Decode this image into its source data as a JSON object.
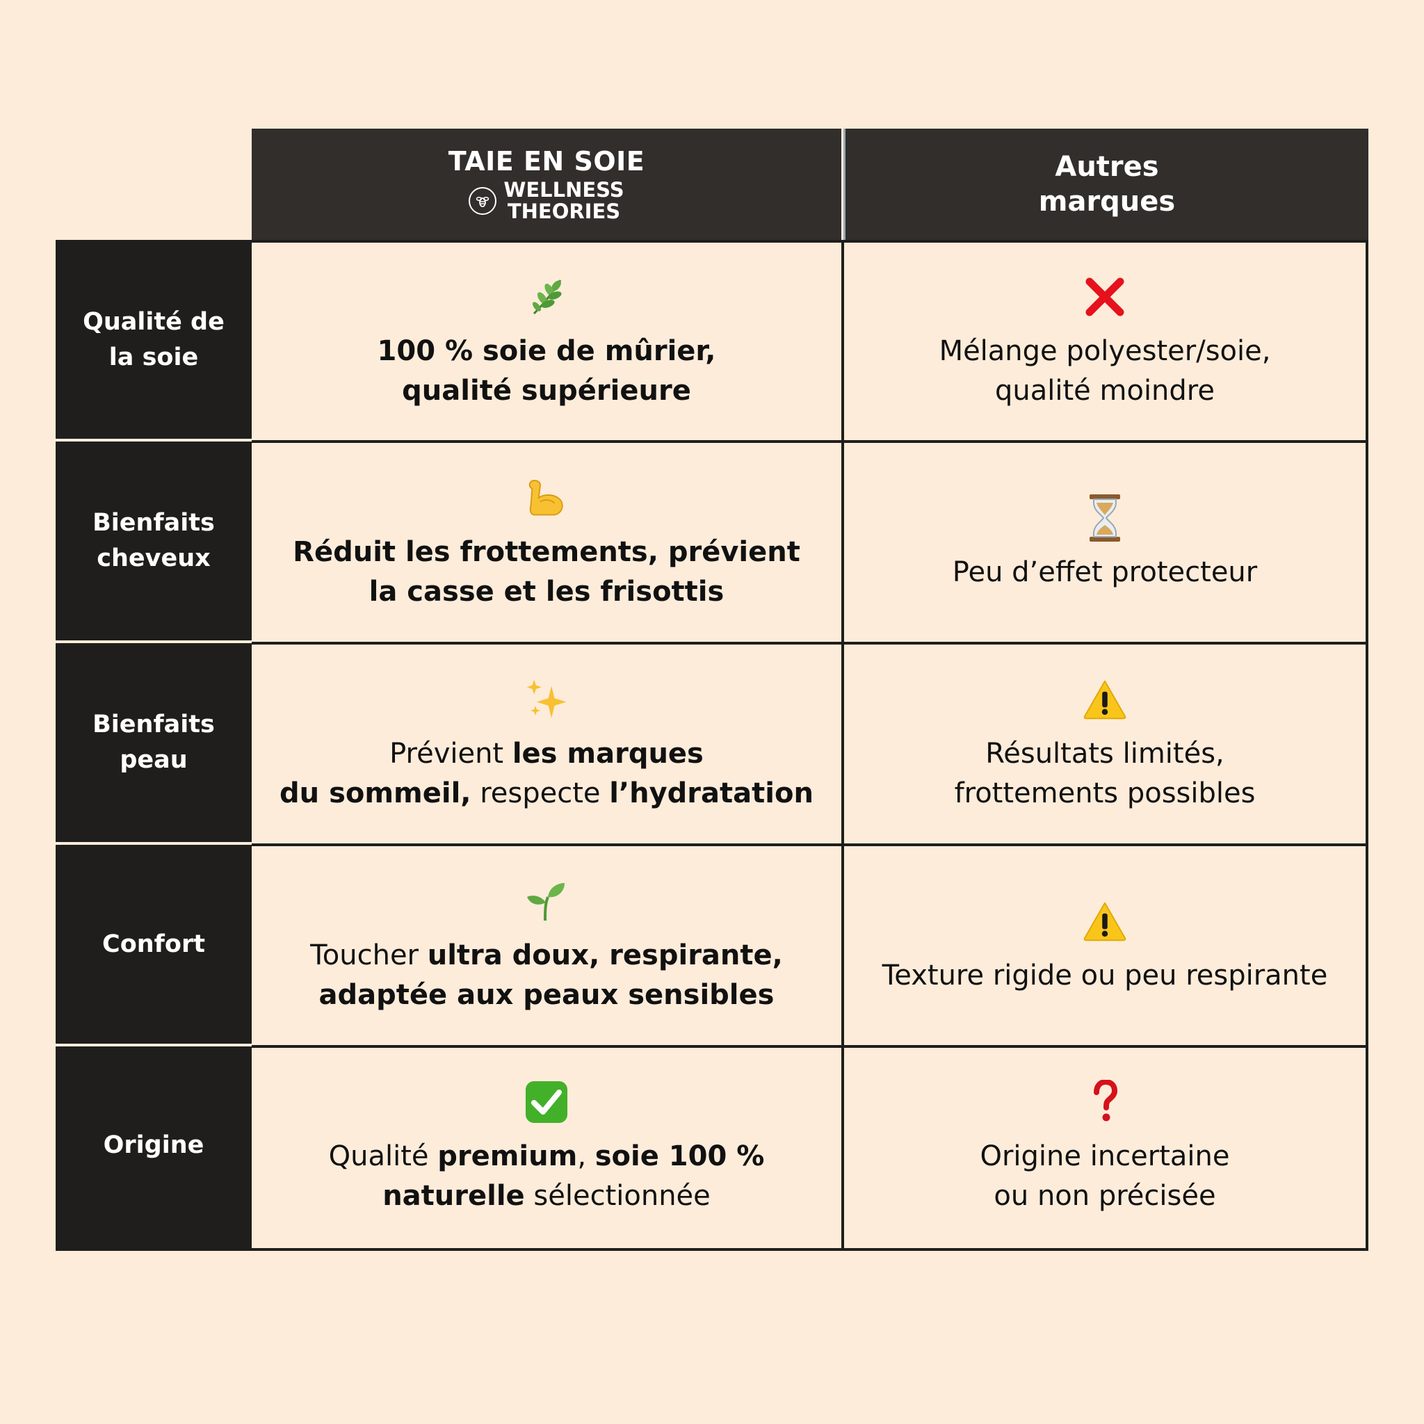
{
  "header": {
    "ours_title": "TAIE EN SOIE",
    "brand_line1": "WELLNESS",
    "brand_line2": "THEORIES",
    "others_title": "Autres\nmarques"
  },
  "rows": [
    {
      "label": "Qualité de\nla soie",
      "ours_icon": "herb-icon",
      "ours_parts": [
        {
          "text": "100 % soie de mûrier,\nqualité supérieure",
          "bold": true
        }
      ],
      "others_icon": "red-cross-icon",
      "others_text": "Mélange polyester/soie,\nqualité moindre"
    },
    {
      "label": "Bienfaits\ncheveux",
      "ours_icon": "flexed-biceps-icon",
      "ours_parts": [
        {
          "text": "Réduit les frottements, prévient\nla casse et les frisottis",
          "bold": true
        }
      ],
      "others_icon": "hourglass-icon",
      "others_text": "Peu d’effet protecteur"
    },
    {
      "label": "Bienfaits\npeau",
      "ours_icon": "sparkles-icon",
      "ours_parts": [
        {
          "text": "Prévient ",
          "bold": false
        },
        {
          "text": "les marques\ndu sommeil,",
          "bold": true
        },
        {
          "text": " respecte ",
          "bold": false
        },
        {
          "text": "l’hydratation",
          "bold": true
        }
      ],
      "others_icon": "warning-icon",
      "others_text": "Résultats limités,\nfrottements possibles"
    },
    {
      "label": "Confort",
      "ours_icon": "seedling-icon",
      "ours_parts": [
        {
          "text": "Toucher ",
          "bold": false
        },
        {
          "text": "ultra doux, respirante,\nadaptée aux peaux sensibles",
          "bold": true
        }
      ],
      "others_icon": "warning-icon",
      "others_text": "Texture rigide ou peu respirante"
    },
    {
      "label": "Origine",
      "ours_icon": "check-mark-button-icon",
      "ours_parts": [
        {
          "text": "Qualité ",
          "bold": false
        },
        {
          "text": "premium",
          "bold": true
        },
        {
          "text": ", ",
          "bold": false
        },
        {
          "text": "soie 100 %\nnaturelle",
          "bold": true
        },
        {
          "text": " sélectionnée",
          "bold": false
        }
      ],
      "others_icon": "red-question-mark-icon",
      "others_text": "Origine incertaine\nou non précisée"
    }
  ],
  "colors": {
    "background": "#FDECDA",
    "header": "#312E2B",
    "label_column": "#1F1E1D",
    "text_light": "#FFFFFF",
    "text_dark": "#111111"
  }
}
